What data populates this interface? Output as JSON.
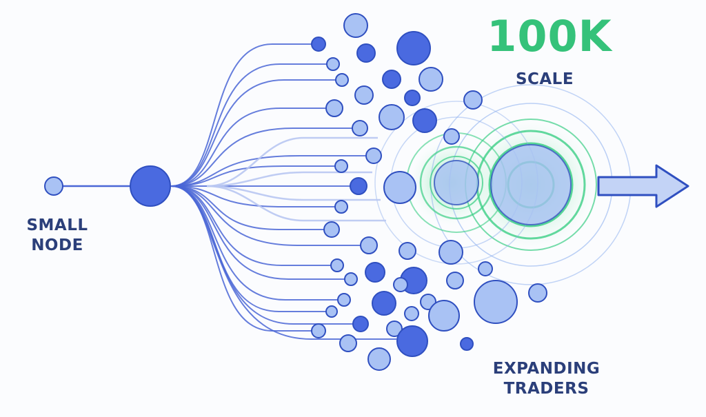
{
  "labels": {
    "small_node": [
      "SMALL",
      "NODE"
    ],
    "headline_value": "100K",
    "headline_caption": "SCALE",
    "expanding": [
      "EXPANDING",
      "TRADERS"
    ]
  },
  "colors": {
    "background": "#fbfcfe",
    "branch_line": "#4a66d6",
    "branch_line_light": "#b8c6f2",
    "node_dark": "#4a6ae0",
    "node_light": "#a9c2f4",
    "node_stroke": "#2f4fc0",
    "ring_green": "#3ccf86",
    "ring_blue": "#8fb0ee",
    "label_text": "#2b3f7a",
    "headline_green": "#35c27a"
  },
  "icons": {
    "arrow": "right-arrow-icon"
  }
}
